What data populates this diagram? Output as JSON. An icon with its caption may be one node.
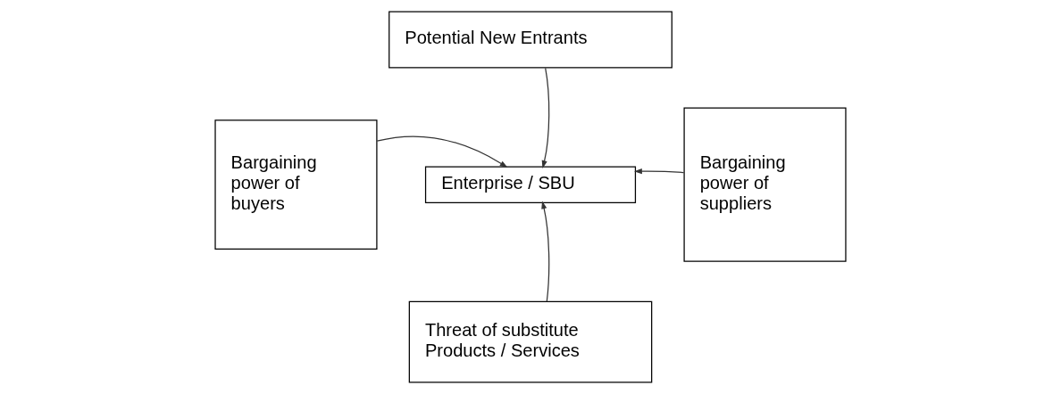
{
  "diagram": {
    "nodes": [
      {
        "text": [
          "Potential New Entrants"
        ]
      },
      {
        "text": [
          "Bargaining power of buyers"
        ]
      },
      {
        "text": [
          "Enterprise / SBU"
        ]
      },
      {
        "text": [
          "Bargaining power of suppliers"
        ]
      },
      {
        "text": [
          "Threat of substitute Products / Services"
        ]
      }
    ],
    "edges": [
      {
        "from": 0,
        "to": 2,
        "arrow": "to"
      },
      {
        "from": 1,
        "to": 2,
        "arrow": "to"
      },
      {
        "from": 3,
        "to": 2,
        "arrow": "to"
      },
      {
        "from": 4,
        "to": 2,
        "arrow": "to"
      }
    ]
  }
}
